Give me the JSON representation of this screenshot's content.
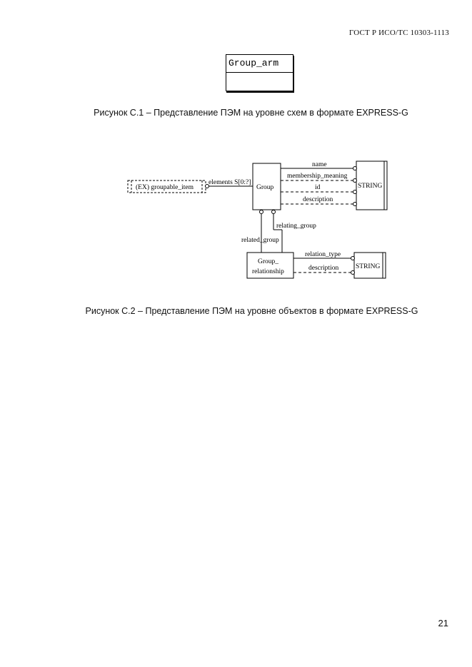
{
  "header": {
    "doc_code": "ГОСТ Р ИСО/ТС 10303-1113"
  },
  "figure1": {
    "schema_name": "Group_arm",
    "caption": "Рисунок С.1 –  Представление ПЭМ на уровне схем в формате EXPRESS-G"
  },
  "figure2": {
    "caption": "Рисунок С.2 –  Представление ПЭМ на уровне объектов в формате EXPRESS-G",
    "entities": {
      "group": "Group",
      "group_relationship_line1": "Group_",
      "group_relationship_line2": "relationship",
      "string1": "STRING",
      "string2": "STRING",
      "select_type": "(EX) groupable_item"
    },
    "attributes": {
      "elements": "elements S[0:?]",
      "name": "name",
      "membership_meaning": "membership_meaning",
      "id": "id",
      "description": "description",
      "relating_group": "relating_group",
      "related_group": "related_group",
      "relation_type": "relation_type",
      "rel_description": "description"
    }
  },
  "footer": {
    "page_number": "21"
  }
}
